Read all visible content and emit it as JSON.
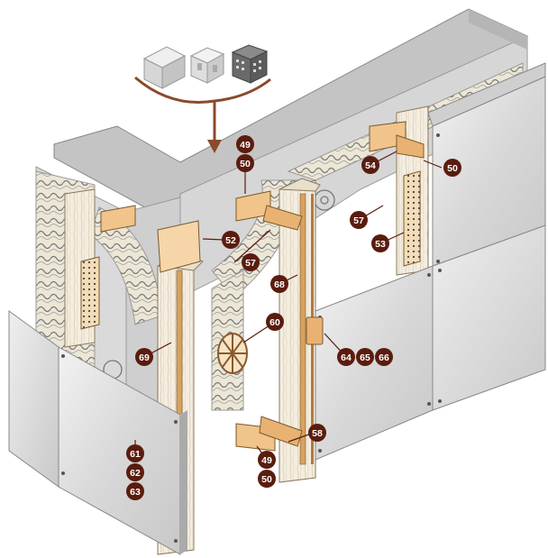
{
  "diagram": {
    "material_icons": [
      {
        "name": "solid-block-icon"
      },
      {
        "name": "hollow-block-icon"
      },
      {
        "name": "perforated-brick-icon"
      }
    ],
    "callouts": [
      {
        "id": "c49a",
        "label": "49"
      },
      {
        "id": "c50a",
        "label": "50"
      },
      {
        "id": "c52",
        "label": "52"
      },
      {
        "id": "c53",
        "label": "53"
      },
      {
        "id": "c54",
        "label": "54"
      },
      {
        "id": "c50b",
        "label": "50"
      },
      {
        "id": "c57a",
        "label": "57"
      },
      {
        "id": "c57b",
        "label": "57"
      },
      {
        "id": "c68",
        "label": "68"
      },
      {
        "id": "c60",
        "label": "60"
      },
      {
        "id": "c64",
        "label": "64"
      },
      {
        "id": "c65",
        "label": "65"
      },
      {
        "id": "c66",
        "label": "66"
      },
      {
        "id": "c69",
        "label": "69"
      },
      {
        "id": "c58",
        "label": "58"
      },
      {
        "id": "c49b",
        "label": "49"
      },
      {
        "id": "c50c",
        "label": "50"
      },
      {
        "id": "c61",
        "label": "61"
      },
      {
        "id": "c62",
        "label": "62"
      },
      {
        "id": "c63",
        "label": "63"
      }
    ],
    "colors": {
      "callout": "#5a1c0e",
      "arrow": "#8b4a2b",
      "wall_top": "#c9c9c9",
      "wall_face": "#dcdcdc",
      "insulation": "#e9e3d2",
      "timber": "#f3ecdf",
      "panel": "#e4e4e4",
      "bracket": "#d9a25e"
    }
  }
}
